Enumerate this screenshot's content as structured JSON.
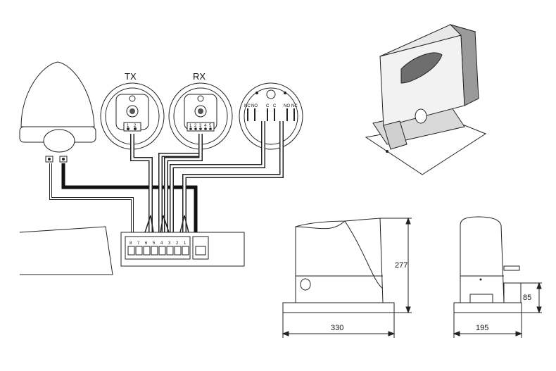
{
  "labels": {
    "tx": "TX",
    "rx": "RX"
  },
  "tx_terminals": [
    "1",
    "2"
  ],
  "rx_terminals": [
    "1",
    "2",
    "3",
    "4",
    "5"
  ],
  "relay_terminals": [
    "NC",
    "NO",
    "C",
    "C",
    "NO",
    "NC"
  ],
  "board_terminals": [
    "8",
    "7",
    "6",
    "5",
    "4",
    "3",
    "2",
    "1"
  ],
  "dimensions": {
    "height": "277",
    "width": "330",
    "depth": "195",
    "base_height": "85"
  },
  "colors": {
    "line": "#222222",
    "cable_dark": "#111111",
    "body_gray": "#9a9a9a",
    "window_gray": "#6e6e6e",
    "base_gray": "#d4d4d4"
  }
}
